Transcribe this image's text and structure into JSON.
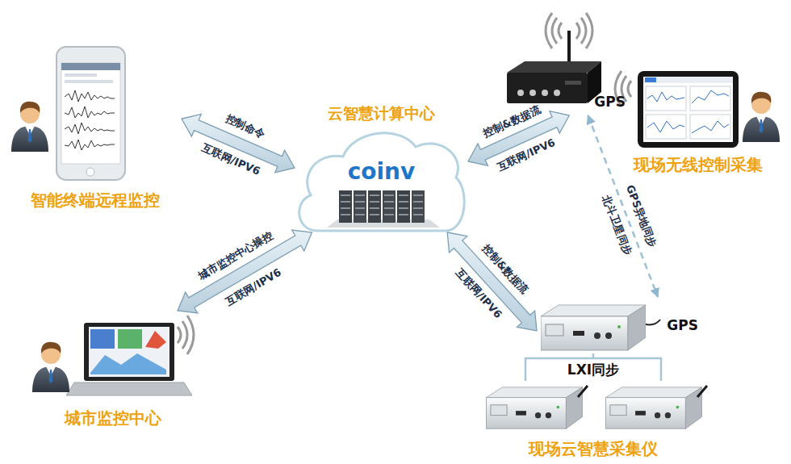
{
  "diagram": {
    "nodes": [
      {
        "text": [
          "云智慧计算中心",
          "coinv"
        ]
      },
      {
        "text": [
          "智能终端远程监控"
        ]
      },
      {
        "text": [
          "GPS"
        ]
      },
      {
        "text": [
          "现场无线控制采集"
        ]
      },
      {
        "text": [
          "城市监控中心"
        ]
      },
      {
        "text": [
          "GPS"
        ]
      },
      {
        "text": [
          "现场云智慧采集仪"
        ]
      }
    ],
    "edges": [
      {
        "from": 1,
        "to": 0,
        "arrow": "both",
        "label": "控制命令"
      },
      {
        "from": 0,
        "to": 2,
        "arrow": "both",
        "label": "控制&数据流"
      },
      {
        "from": 0,
        "to": 4,
        "arrow": "both",
        "label": "城市监控中心操控"
      },
      {
        "from": 0,
        "to": 5,
        "arrow": "both",
        "label": "控制&数据流"
      },
      {
        "from": 2,
        "to": 5,
        "arrow": "both",
        "label": "GPS异地同步"
      },
      {
        "from": 5,
        "to": 6,
        "arrow": "none",
        "label": "LXI同步"
      }
    ],
    "labels": [
      "互联网/IPV6",
      "互联网/IPV6",
      "互联网/IPV6",
      "互联网/IPV6",
      "北斗卫星同步"
    ]
  }
}
